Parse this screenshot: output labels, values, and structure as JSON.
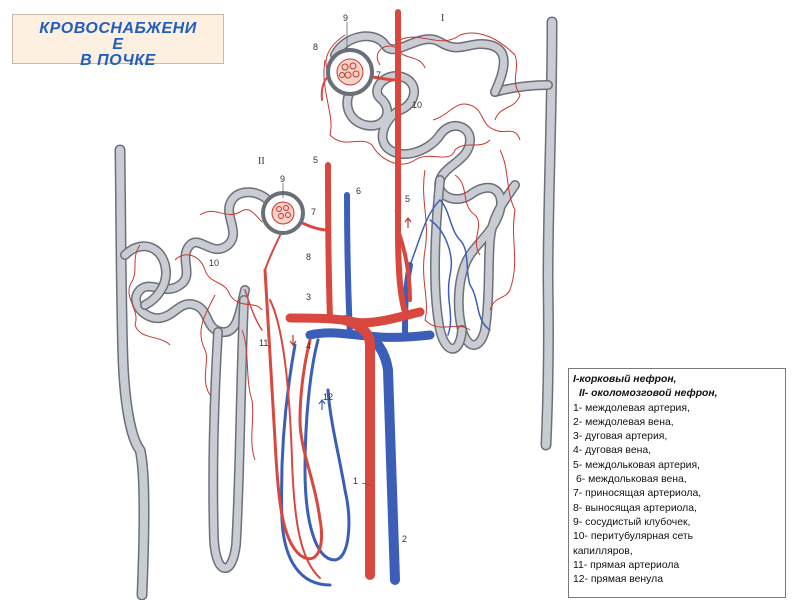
{
  "title": {
    "line1": "КРОВОСНАБЖЕНИ",
    "line2": "Е",
    "line3": "В ПОЧКЕ"
  },
  "diagram_labels": {
    "roman_I": "I",
    "roman_II": "II",
    "n1": "1",
    "n2": "2",
    "n3": "3",
    "n4": "4",
    "n5a": "5",
    "n5b": "5",
    "n6": "6",
    "n7a": "7",
    "n7b": "7",
    "n8a": "8",
    "n8b": "8",
    "n9a": "9",
    "n9b": "9",
    "n10a": "10",
    "n10b": "10",
    "n11": "11",
    "n12": "12"
  },
  "legend": {
    "h1": "I-корковый нефрон,",
    "h2": "II- околомозговой нефрон,",
    "items": [
      "1- междолевая артерия,",
      "2- междолевая вена,",
      "3- дуговая артерия,",
      "4- дуговая вена,",
      "5- междольковая артерия,",
      "6- междольковая вена,",
      "7- приносящая артериола,",
      "8- выносящая артериола,",
      "9- сосудистый клубочек,",
      "10- перитубулярная сеть",
      "капилляров,",
      "11- прямая артериола",
      "12- прямая венула"
    ]
  },
  "colors": {
    "artery": "#d9483e",
    "vein": "#3b5fb8",
    "tubule_fill": "#c9cdd3",
    "tubule_edge": "#6b7078",
    "capillary": "#c8372e"
  }
}
